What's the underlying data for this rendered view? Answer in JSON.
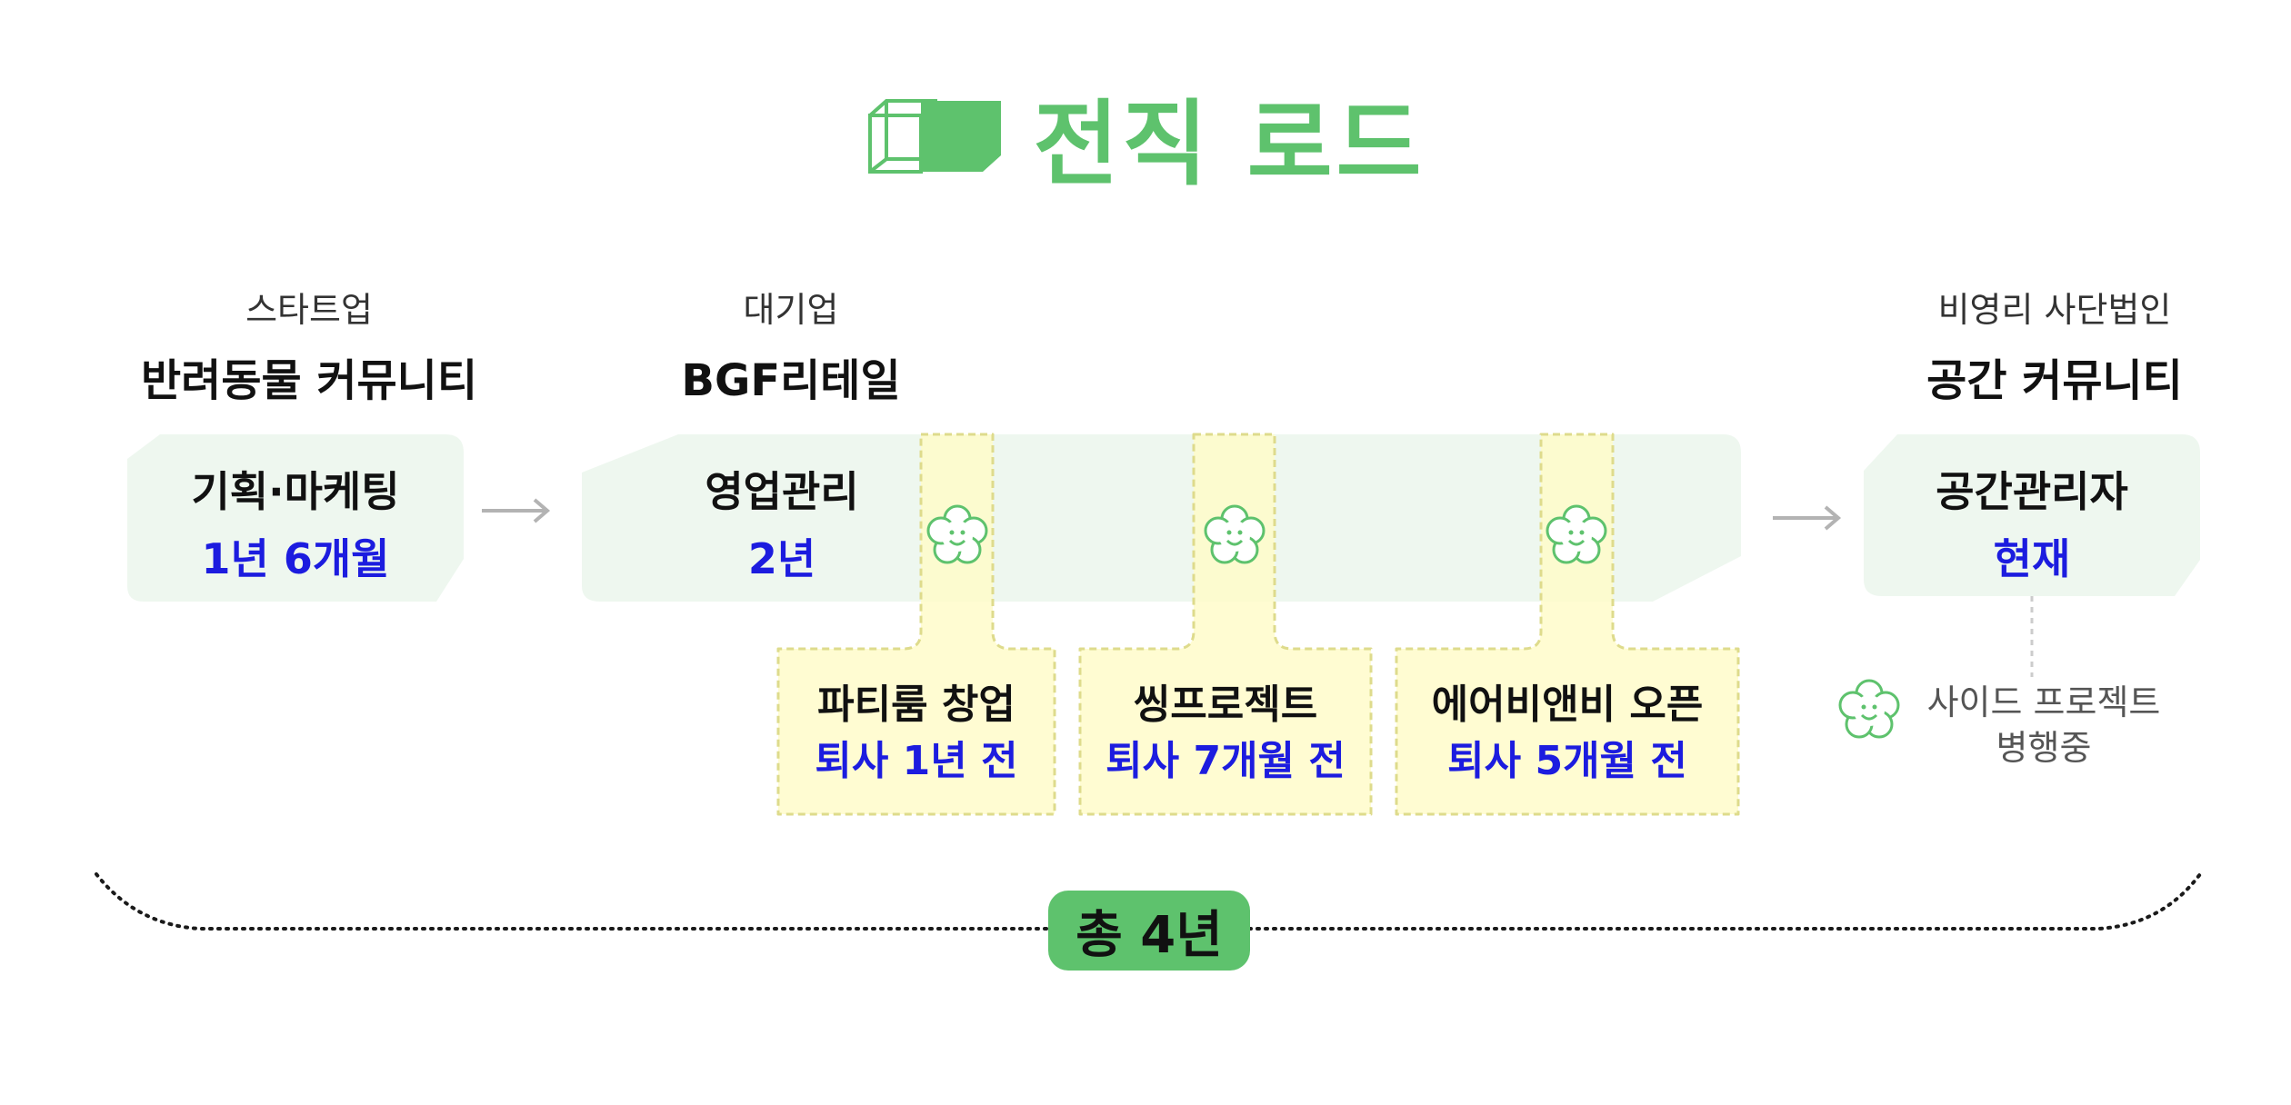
{
  "title": "전직 로드",
  "colors": {
    "accent": "#5ec26d",
    "card_bg": "#eef7ef",
    "side_bg": "#fffbc8",
    "side_border": "#e6e39a",
    "duration": "#1c1cdf"
  },
  "companies": [
    {
      "category": "스타트업",
      "name": "반려동물 커뮤니티",
      "role": "기획·마케팅",
      "duration": "1년 6개월"
    },
    {
      "category": "대기업",
      "name": "BGF리테일",
      "role": "영업관리",
      "duration": "2년"
    },
    {
      "category": "비영리 사단법인",
      "name": "공간 커뮤니티",
      "role": "공간관리자",
      "duration": "현재"
    }
  ],
  "side_projects": [
    {
      "name": "파티룸 창업",
      "timing": "퇴사 1년 전",
      "icon": "flower-smile-icon"
    },
    {
      "name": "씽프로젝트",
      "timing": "퇴사 7개월 전",
      "icon": "flower-smile-icon"
    },
    {
      "name": "에어비앤비 오픈",
      "timing": "퇴사 5개월 전",
      "icon": "flower-smile-icon"
    }
  ],
  "current_side_note": {
    "line1": "사이드 프로젝트",
    "line2": "병행중",
    "icon": "flower-smile-icon"
  },
  "total": "총 4년"
}
